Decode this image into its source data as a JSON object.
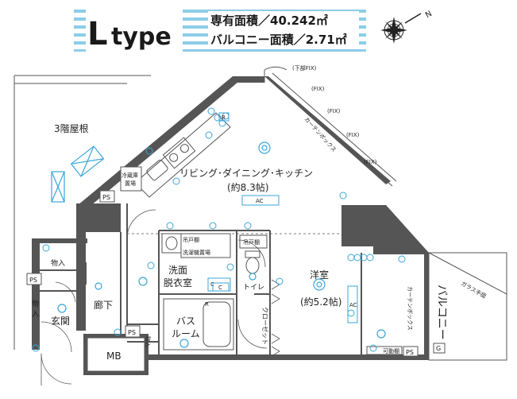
{
  "header": {
    "type_letter": "L",
    "type_word": "type",
    "area_line": "専有面積／40.242㎡",
    "balcony_line": "バルコニー面積／2.71㎡",
    "compass_letter": "N"
  },
  "rooms": {
    "roof": "3階屋根",
    "ldk_name": "リビング･ダイニング･キッチン",
    "ldk_size": "(約8.3帖)",
    "bedroom_name": "洋室",
    "bedroom_size": "(約5.2帖)",
    "washroom_l1": "洗面",
    "washroom_l2": "脱衣室",
    "toilet": "トイレ",
    "bath_l1": "バス",
    "bath_l2": "ルーム",
    "closet": "クローゼット",
    "corridor": "廊下",
    "entrance": "玄関",
    "storage1": "物入",
    "storage2": "物入",
    "storage3_l1": "物",
    "storage3_l2": "入",
    "mb": "MB",
    "balcony": "バルコニー",
    "fridge_l1": "冷蔵庫",
    "fridge_l2": "置場",
    "washer": "洗濯機置場",
    "hang1": "吊戸棚",
    "hang2": "吊戸棚"
  },
  "marks": {
    "ps1": "PS",
    "ps2": "PS",
    "ps3": "PS",
    "ps4": "PS",
    "ac1": "AC",
    "ac2": "AC",
    "fix_bottom": "(下部FIX)",
    "fix1": "(FIX)",
    "fix2": "(FIX)",
    "fix3": "(FIX)",
    "fix4": "(FIX)",
    "curtain1": "カーテンボックス",
    "curtain2": "カーテンボックス",
    "glass_rail": "ガラス手摺",
    "movable_shelf": "可動棚",
    "g": "G",
    "r1": "R",
    "r2": "R",
    "c1": "C",
    "c2": "C"
  },
  "colors": {
    "accent": "#3aa6d8",
    "wall": "#555555",
    "stripe": "#8ccde8"
  }
}
